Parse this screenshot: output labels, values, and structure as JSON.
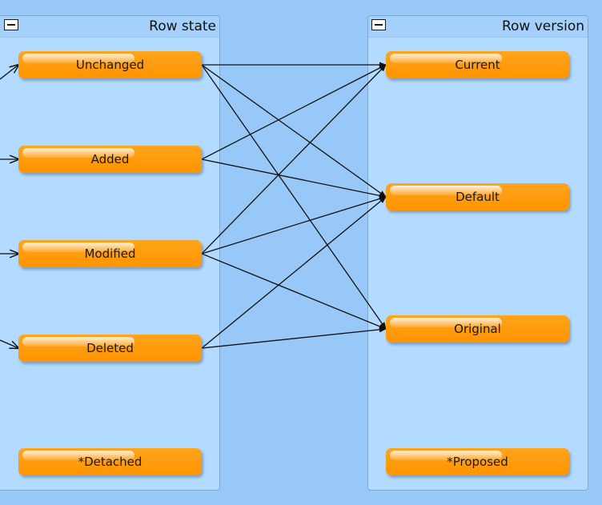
{
  "groups": {
    "row_state": {
      "title": "Row state",
      "nodes": [
        "Unchanged",
        "Added",
        "Modified",
        "Deleted",
        "*Detached"
      ]
    },
    "row_version": {
      "title": "Row version",
      "nodes": [
        "Current",
        "Default",
        "Original",
        "*Proposed"
      ]
    }
  },
  "colors": {
    "background": "#98c8f8",
    "group_fill": "#b3dbff",
    "node_fill": "#ff9a0a",
    "edge": "#111111"
  },
  "edges": [
    [
      "Unchanged",
      "Current"
    ],
    [
      "Unchanged",
      "Default"
    ],
    [
      "Unchanged",
      "Original"
    ],
    [
      "Added",
      "Current"
    ],
    [
      "Added",
      "Default"
    ],
    [
      "Modified",
      "Current"
    ],
    [
      "Modified",
      "Default"
    ],
    [
      "Modified",
      "Original"
    ],
    [
      "Deleted",
      "Default"
    ],
    [
      "Deleted",
      "Original"
    ]
  ]
}
